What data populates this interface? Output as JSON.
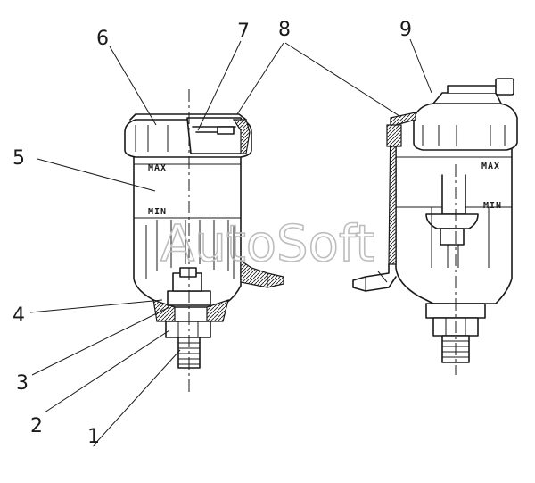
{
  "callouts": [
    "1",
    "2",
    "3",
    "4",
    "5",
    "6",
    "7",
    "8",
    "9"
  ],
  "level_labels": {
    "max": "MAX",
    "min": "MIN"
  },
  "watermark": "AutoSoft"
}
